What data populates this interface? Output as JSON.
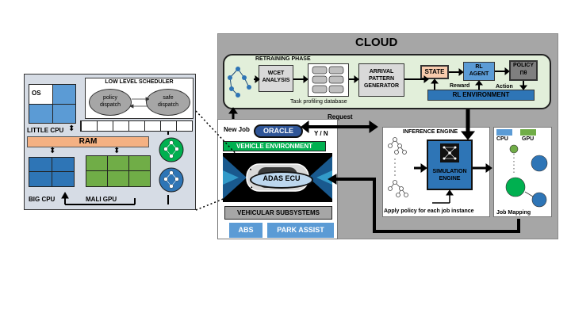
{
  "cloud": {
    "title": "CLOUD",
    "retraining": {
      "title": "RETRAINING PHASE",
      "wcet": "WCET\nANALYSIS",
      "db_label": "Task profiling database",
      "arrival": "ARRIVAL\nPATTERN\nGENERATOR",
      "state": "STATE",
      "rl_agent": "RL\nAGENT",
      "policy": "POLICY\nΠθ",
      "reward": "Reward",
      "action": "Action",
      "rl_env": "RL ENVIRONMENT"
    },
    "inference": {
      "title": "INFERENCE ENGINE",
      "sim_engine": "SIMULATION\nENGINE",
      "apply_policy": "Apply policy for each job instance",
      "cpu": "CPU",
      "gpu": "GPU",
      "job_mapping": "Job Mapping"
    }
  },
  "vehicle": {
    "new_job": "New Job",
    "oracle": "ORACLE",
    "request": "Request",
    "yn": "Y / N",
    "environment": "VEHICLE ENVIRONMENT",
    "adas": "ADAS ECU",
    "subsystems": "VEHICULAR SUBSYSTEMS",
    "abs": "ABS",
    "park_assist": "PARK ASSIST"
  },
  "ecu": {
    "scheduler_title": "LOW LEVEL SCHEDULER",
    "policy_dispatch": "policy\ndispatch",
    "safe_dispatch": "safe\ndispatch",
    "os": "OS",
    "little_cpu": "LITTLE  CPU",
    "ram": "RAM",
    "big_cpu": "BIG CPU",
    "mali_gpu": "MALI GPU"
  },
  "colors": {
    "cloud_bg": "#a6a6a6",
    "retraining_bg": "#e2efda",
    "ecu_bg": "#d6dce5",
    "cpu_blue": "#4a86c5",
    "gpu_green": "#70ad47",
    "ram_orange": "#f4b183",
    "vehicle_green": "#00b050",
    "subsystem_blue": "#5b9bd5",
    "oracle_blue": "#2f5597"
  }
}
